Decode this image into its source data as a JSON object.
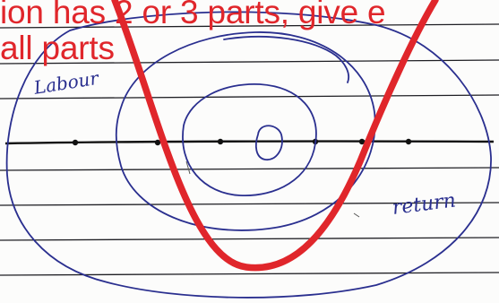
{
  "overlay": {
    "line1": "ion has 2 or 3 parts, give e",
    "line2": "all parts"
  },
  "handwriting": {
    "labour": "Labour",
    "return": "return"
  },
  "colors": {
    "paper": "#fcfcfb",
    "ruled_line": "#1f1f24",
    "ink": "#2a2f8f",
    "red": "#e0262b"
  }
}
